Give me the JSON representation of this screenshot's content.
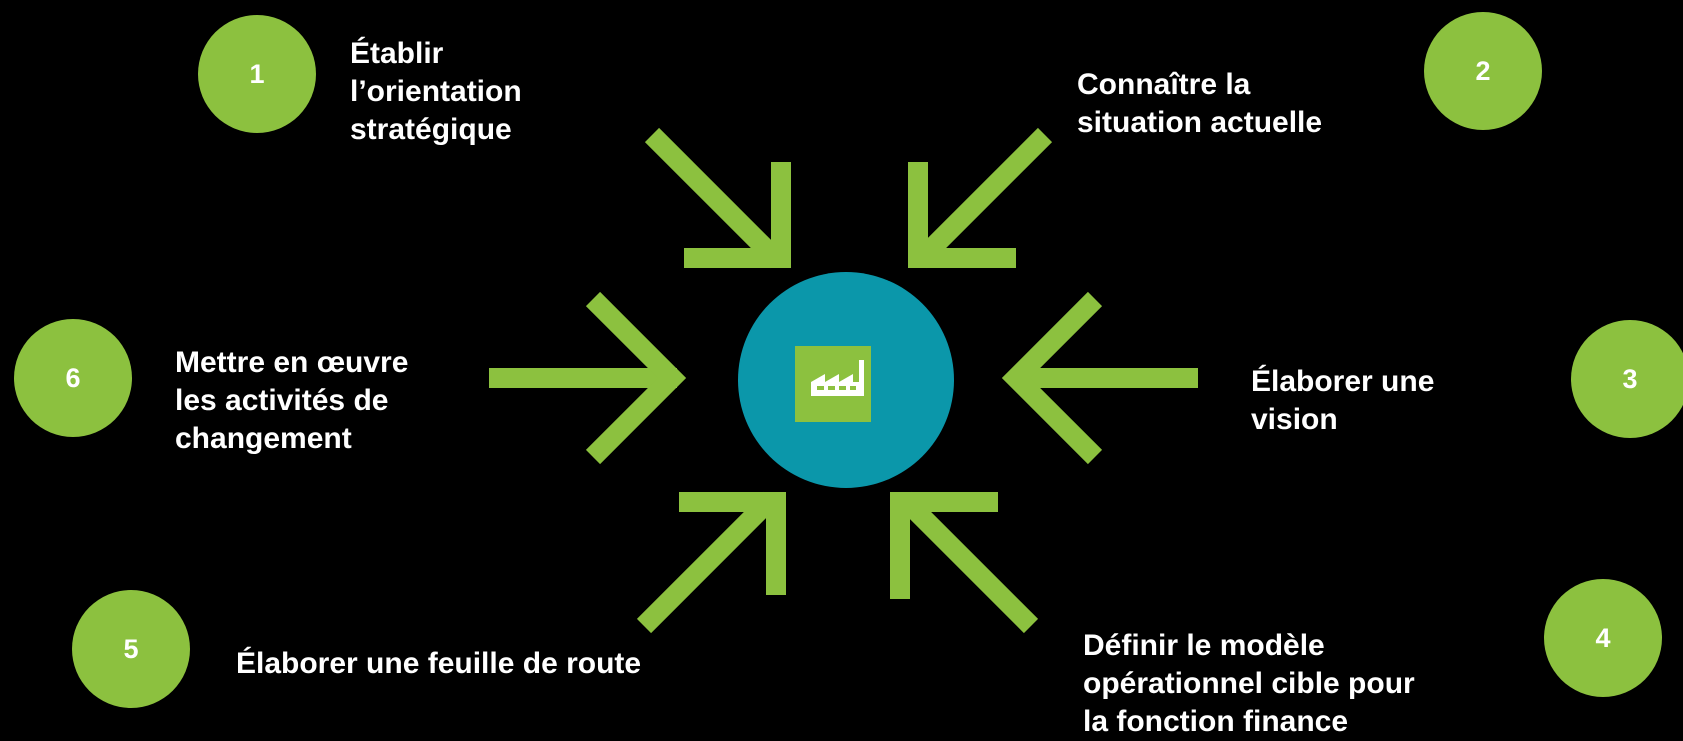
{
  "colors": {
    "background": "#000000",
    "accent": "#8cc13f",
    "hub": "#0b97aa",
    "text": "#ffffff"
  },
  "hub": {
    "icon": "factory-icon"
  },
  "steps": [
    {
      "number": "1",
      "label": "Établir\nl’orientation\nstratégique"
    },
    {
      "number": "2",
      "label": "Connaître la\nsituation actuelle"
    },
    {
      "number": "3",
      "label": "Élaborer une\nvision"
    },
    {
      "number": "4",
      "label": "Définir le modèle\nopérationnel cible pour\nla fonction finance"
    },
    {
      "number": "5",
      "label": "Élaborer une feuille de route"
    },
    {
      "number": "6",
      "label": "Mettre en œuvre\nles activités de\nchangement"
    }
  ]
}
